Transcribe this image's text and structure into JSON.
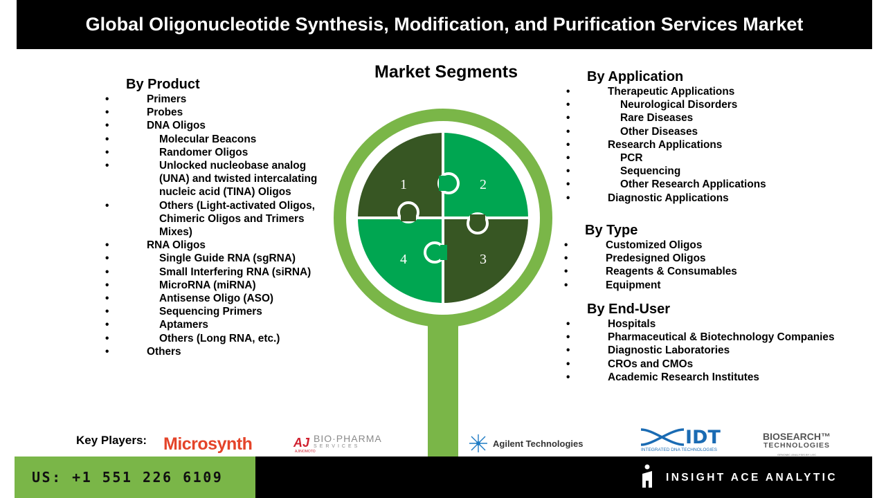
{
  "title": "Global Oligonucleotide Synthesis, Modification, and Purification Services Market",
  "segments_title": "Market Segments",
  "colors": {
    "green_light": "#7ab648",
    "green_bright": "#00a651",
    "green_dark": "#375623",
    "black": "#000000",
    "white": "#ffffff"
  },
  "puzzle_numbers": [
    "1",
    "2",
    "3",
    "4"
  ],
  "by_product": {
    "heading": "By Product",
    "items": [
      {
        "text": "Primers",
        "level": 1
      },
      {
        "text": "Probes",
        "level": 1
      },
      {
        "text": "DNA Oligos",
        "level": 1
      },
      {
        "text": "Molecular Beacons",
        "level": 2
      },
      {
        "text": "Randomer Oligos",
        "level": 2
      },
      {
        "text": "Unlocked nucleobase analog (UNA) and twisted intercalating nucleic acid (TINA) Oligos",
        "level": 2
      },
      {
        "text": "Others (Light-activated Oligos, Chimeric Oligos and Trimers Mixes)",
        "level": 2
      },
      {
        "text": "RNA Oligos",
        "level": 1
      },
      {
        "text": "Single Guide RNA (sgRNA)",
        "level": 2
      },
      {
        "text": "Small Interfering RNA (siRNA)",
        "level": 2
      },
      {
        "text": "MicroRNA (miRNA)",
        "level": 2
      },
      {
        "text": "Antisense Oligo (ASO)",
        "level": 2
      },
      {
        "text": "Sequencing Primers",
        "level": 2
      },
      {
        "text": "Aptamers",
        "level": 2
      },
      {
        "text": "Others (Long RNA, etc.)",
        "level": 2
      },
      {
        "text": "Others",
        "level": 1
      }
    ]
  },
  "by_application": {
    "heading": "By Application",
    "items": [
      {
        "text": "Therapeutic Applications",
        "level": 1
      },
      {
        "text": "Neurological Disorders",
        "level": 2
      },
      {
        "text": "Rare Diseases",
        "level": 2
      },
      {
        "text": "Other Diseases",
        "level": 2
      },
      {
        "text": "Research Applications",
        "level": 1
      },
      {
        "text": "PCR",
        "level": 2
      },
      {
        "text": "Sequencing",
        "level": 2
      },
      {
        "text": "Other Research Applications",
        "level": 2
      },
      {
        "text": "Diagnostic Applications",
        "level": 1
      }
    ]
  },
  "by_type": {
    "heading": "By Type",
    "items": [
      {
        "text": "Customized Oligos",
        "level": 1
      },
      {
        "text": "Predesigned Oligos",
        "level": 1
      },
      {
        "text": "Reagents & Consumables",
        "level": 1
      },
      {
        "text": "Equipment",
        "level": 1
      }
    ]
  },
  "by_end_user": {
    "heading": "By End-User",
    "items": [
      {
        "text": "Hospitals",
        "level": 1
      },
      {
        "text": "Pharmaceutical & Biotechnology Companies",
        "level": 1
      },
      {
        "text": "Diagnostic Laboratories",
        "level": 1
      },
      {
        "text": "CROs and CMOs",
        "level": 1
      },
      {
        "text": "Academic Research Institutes",
        "level": 1
      }
    ]
  },
  "key_players": {
    "label": "Key Players:",
    "microsynth": "Microsynth",
    "ajinomoto_mark": "AJ",
    "ajinomoto_sub": "AJINOMOTO",
    "biopharma_line1": "BIO·PHARMA",
    "biopharma_line2": "SERVICES",
    "agilent": "Agilent Technologies",
    "idt_word": "IDT",
    "idt_sub": "INTEGRATED DNA TECHNOLOGIES",
    "biosearch_line1": "BIOSEARCH™",
    "biosearch_line2": "TECHNOLOGIES",
    "biosearch_line3": "GENOMIC ANALYSIS BY LGC"
  },
  "footer": {
    "phone": "US: +1 551 226 6109",
    "brand": "INSIGHT ACE ANALYTIC"
  }
}
